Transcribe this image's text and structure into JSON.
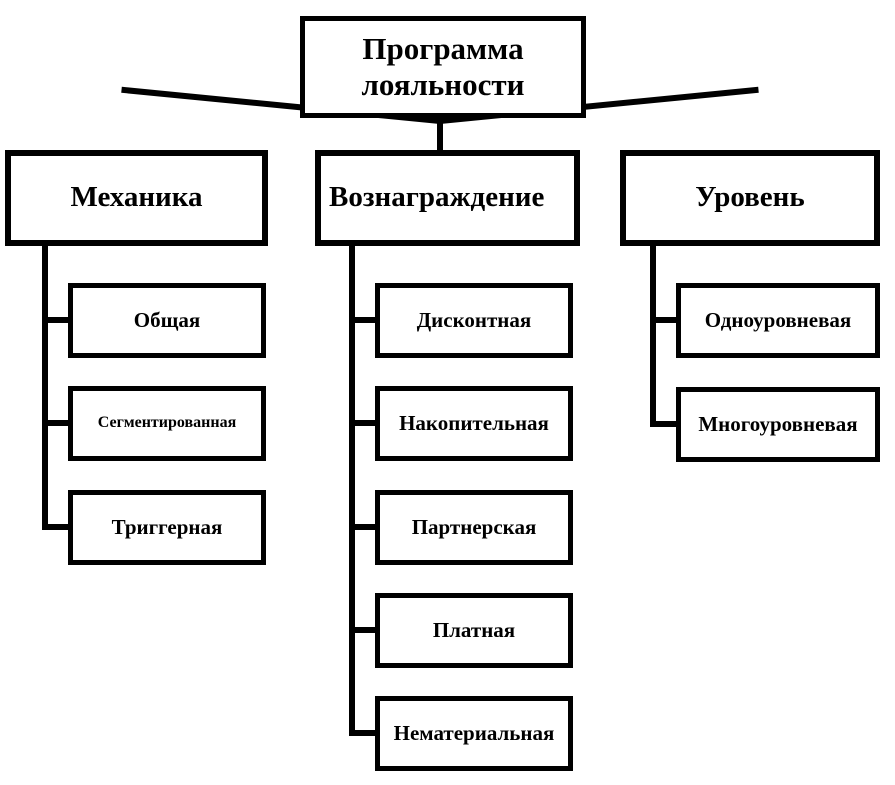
{
  "diagram": {
    "title_text": "Программа лояльности",
    "type": "tree-hierarchy",
    "orientation": "top-down",
    "line_color": "#000000",
    "box_fill": "#ffffff",
    "text_color": "#000000",
    "root": {
      "label": "Программа лояльности",
      "line1": "Программа",
      "line2": "лояльности"
    },
    "branches": [
      {
        "label": "Механика",
        "children": [
          {
            "label": "Общая"
          },
          {
            "label": "Сегментированная"
          },
          {
            "label": "Триггерная"
          }
        ]
      },
      {
        "label": "Вознаграждение",
        "children": [
          {
            "label": "Дисконтная"
          },
          {
            "label": "Накопительная"
          },
          {
            "label": "Партнерская"
          },
          {
            "label": "Платная"
          },
          {
            "label": "Нематериальная"
          }
        ]
      },
      {
        "label": "Уровень",
        "children": [
          {
            "label": "Одноуровневая"
          },
          {
            "label": "Многоуровневая"
          }
        ]
      }
    ]
  }
}
